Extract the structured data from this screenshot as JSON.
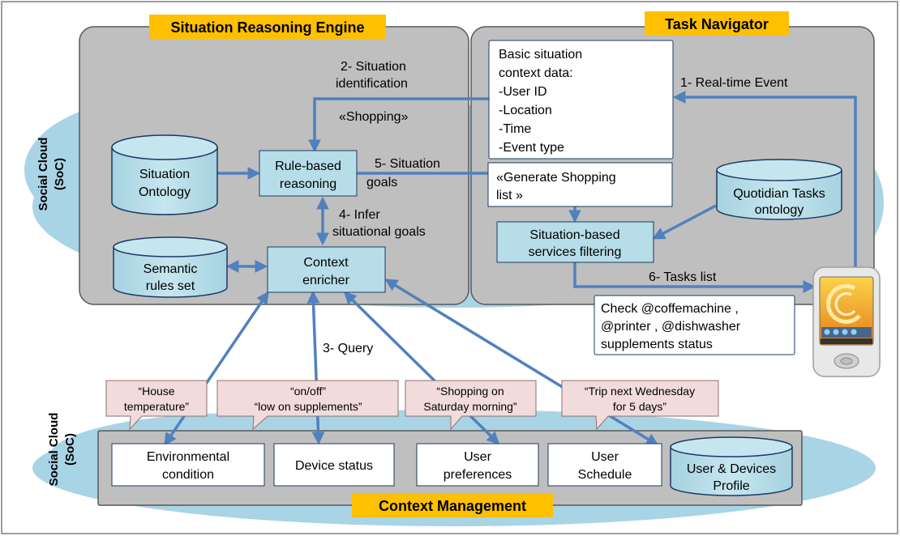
{
  "sections": {
    "sre_title": "Situation Reasoning Engine",
    "tn_title": "Task Navigator",
    "cm_title": "Context Management"
  },
  "side_labels": {
    "upper": [
      "Social Cloud",
      "(SoC)"
    ],
    "lower": [
      "Social Cloud",
      "(SoC)"
    ]
  },
  "nodes": {
    "situation_ontology": [
      "Situation",
      "Ontology"
    ],
    "rule_based": [
      "Rule-based",
      "reasoning"
    ],
    "semantic_rules": [
      "Semantic",
      "rules set"
    ],
    "context_enricher": [
      "Context",
      "enricher"
    ],
    "basic_context": [
      "Basic situation",
      "context data:",
      "-User ID",
      "-Location",
      "-Time",
      "-Event type"
    ],
    "generate_shopping": [
      "«Generate Shopping",
      "list »"
    ],
    "quotidian": [
      "Quotidian Tasks",
      "ontology"
    ],
    "services_filtering": [
      "Situation-based",
      "services filtering"
    ],
    "check_status": [
      "Check @coffemachine ,",
      "@printer , @dishwasher",
      "supplements status"
    ],
    "environmental": [
      "Environmental",
      "condition"
    ],
    "device_status": [
      "Device status"
    ],
    "user_preferences": [
      "User",
      "preferences"
    ],
    "user_schedule": [
      "User",
      "Schedule"
    ],
    "user_devices_profile": [
      "User & Devices",
      "Profile"
    ]
  },
  "edge_labels": {
    "situation_identification": [
      "2- Situation",
      "identification"
    ],
    "shopping": [
      "«Shopping»"
    ],
    "realtime_event": [
      "1- Real-time Event"
    ],
    "situation_goals": [
      "5- Situation",
      "goals"
    ],
    "infer_goals": [
      "4- Infer",
      "situational goals"
    ],
    "tasks_list": [
      "6- Tasks list"
    ],
    "query": [
      "3- Query"
    ]
  },
  "callouts": {
    "house_temperature": [
      "“House",
      "temperature”"
    ],
    "on_off": [
      "“on/off”",
      "“low on supplements”"
    ],
    "shopping_saturday": [
      "“Shopping on",
      "Saturday morning”"
    ],
    "trip": [
      "“Trip next Wednesday",
      "for 5 days”"
    ]
  },
  "colors": {
    "cloud": "#a9d4e6",
    "panel": "#bfbfbf",
    "title_bg": "#ffc000",
    "node_fill": "#b7dde8",
    "callout_fill": "#f2dcdb",
    "arrow": "#4f81bd"
  }
}
